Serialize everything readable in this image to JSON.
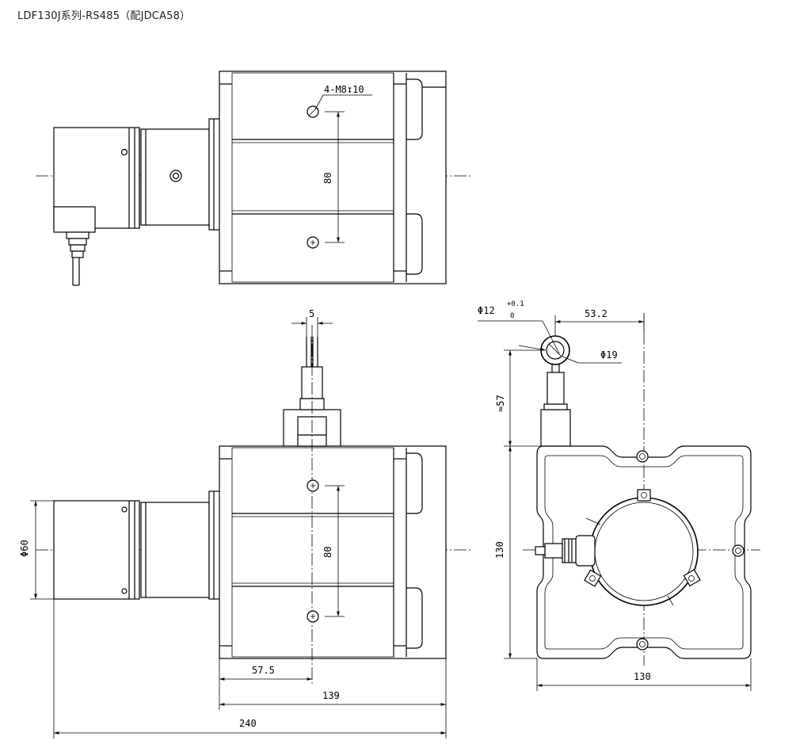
{
  "title": "LDF130J系列-RS485（配JDCA58）",
  "dimensions": {
    "hole_spec": "4-M8↧10",
    "spacing_top": "80",
    "spacing_front": "80",
    "cable_width": "5",
    "eye_inner": "Φ12",
    "eye_tol_upper": "+0.1",
    "eye_tol_lower": "0",
    "eye_outer": "Φ19",
    "eye_offset": "53.2",
    "eye_height": "≈57",
    "side_height": "130",
    "side_width": "130",
    "encoder_dia": "Φ60",
    "hole_offset": "57.5",
    "body_length": "139",
    "total_length": "240"
  }
}
